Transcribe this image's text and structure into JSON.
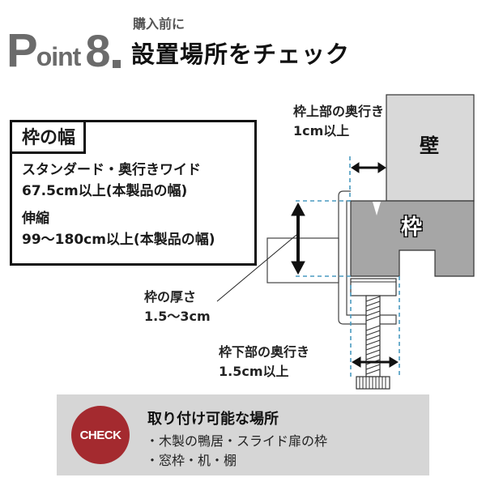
{
  "header": {
    "point_prefix_big": "P",
    "point_prefix_rest": "oint",
    "point_number": "8",
    "subtitle": "購入前に",
    "title": "設置場所をチェック"
  },
  "width_box": {
    "label": "枠の幅",
    "standard_heading": "スタンダード・奥行きワイド",
    "standard_value": "67.5cm以上(本製品の幅)",
    "extend_heading": "伸縮",
    "extend_value": "99〜180cm以上(本製品の幅)"
  },
  "diagram": {
    "top_depth_label": "枠上部の奥行き",
    "top_depth_value": "1cm以上",
    "wall_label": "壁",
    "frame_label": "枠",
    "thickness_label": "枠の厚さ",
    "thickness_value": "1.5〜3cm",
    "bottom_depth_label": "枠下部の奥行き",
    "bottom_depth_value": "1.5cm以上",
    "colors": {
      "wall": "#d9d9d9",
      "frame": "#a6a6a6",
      "guide_dash": "#4a9ac0",
      "outline": "#333333"
    }
  },
  "check": {
    "badge": "CHECK",
    "title": "取り付け可能な場所",
    "items": [
      "・木製の鴨居・スライド扉の枠",
      "・窓枠・机・棚"
    ],
    "colors": {
      "badge": "#a42a2f",
      "panel": "#d6d6d6"
    }
  }
}
